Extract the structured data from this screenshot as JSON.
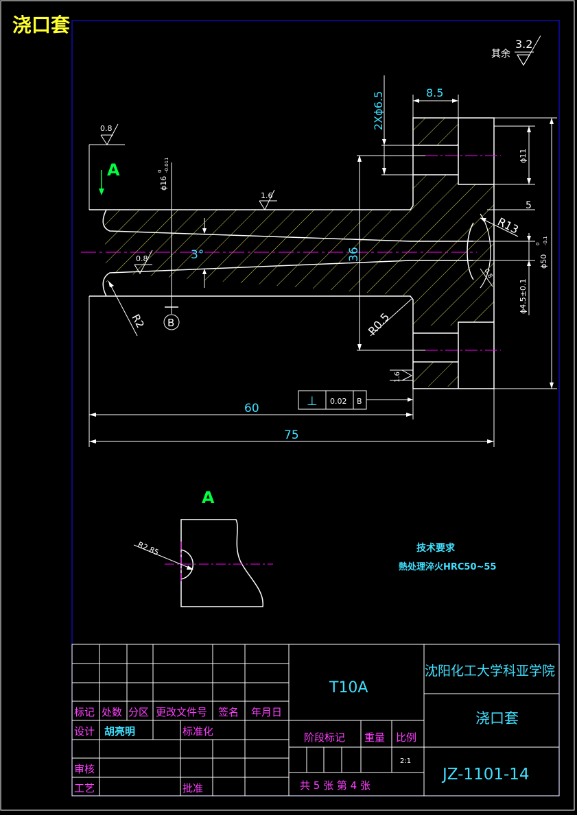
{
  "title": "浇口套",
  "surface": {
    "other_label": "其余",
    "other_value": "3.2",
    "top_left": "0.8",
    "bore_top": "1.6",
    "bore_lower": "0.8",
    "right_small": "0.8",
    "bottom_face": "1.6"
  },
  "view_label": "A",
  "datum": "B",
  "dimensions": {
    "holes": "2Xϕ6.5",
    "width_85": "8.5",
    "d11": "ϕ11",
    "d16_main": "ϕ16",
    "d16_tol": "0",
    "d16_tol2": "-0.011",
    "angle": "3°",
    "h36": "36",
    "r13": "R13",
    "five": "5",
    "d50": "ϕ50",
    "d50_tol": "0",
    "d50_tol2": "-0.1",
    "d45": "ϕ4.5±0.1",
    "r05": "R0.5",
    "r2": "R2",
    "l60": "60",
    "l75": "75",
    "r285": "R2.85"
  },
  "tolerance_frame": {
    "symbol": "⊥",
    "value": "0.02",
    "datum": "B"
  },
  "tech": {
    "heading": "技术要求",
    "line1": "熱处理淬火HRC50~55"
  },
  "title_block": {
    "material": "T10A",
    "school": "沈阳化工大学科亚学院",
    "part_name": "浇口套",
    "drawing_no": "JZ-1101-14",
    "scale": "2:1",
    "sheets": "共 5 张 第 4 张",
    "labels": {
      "mark": "标记",
      "count": "处数",
      "zone": "分区",
      "change_doc": "更改文件号",
      "sign": "签名",
      "date": "年月日",
      "design": "设计",
      "designer": "胡亮明",
      "standard": "标准化",
      "stage_mark": "阶段标记",
      "weight": "重量",
      "ratio": "比例",
      "review": "审核",
      "process": "工艺",
      "approve": "批准"
    }
  },
  "colors": {
    "outline": "#ffffff",
    "border": "#1010e0",
    "center": "#ff00ff",
    "dim": "#40e0ff",
    "hatch": "#d8d860",
    "green": "#00ff40",
    "yellow": "#ffff30",
    "tb_label": "#ff40ff"
  }
}
